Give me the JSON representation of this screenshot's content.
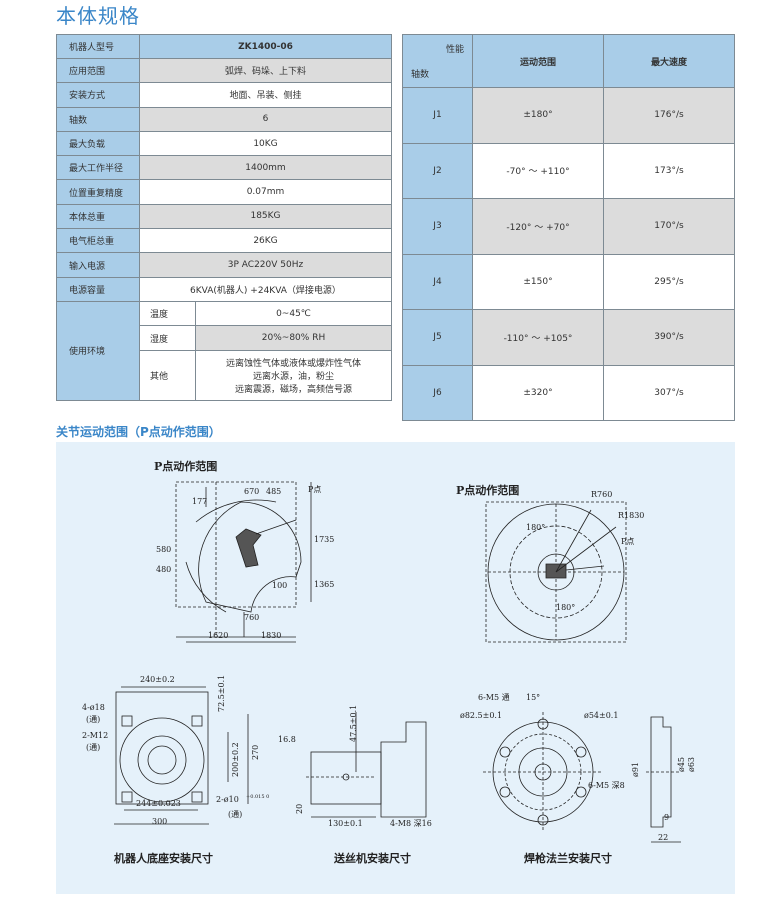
{
  "page_title": "本体规格",
  "spec_table": {
    "rows": [
      {
        "label": "机器人型号",
        "value": "ZK1400-06"
      },
      {
        "label": "应用范围",
        "value": "弧焊、码垛、上下料"
      },
      {
        "label": "安装方式",
        "value": "地面、吊装、侧挂"
      },
      {
        "label": "轴数",
        "value": "6"
      },
      {
        "label": "最大负载",
        "value": "10KG"
      },
      {
        "label": "最大工作半径",
        "value": "1400mm"
      },
      {
        "label": "位置重复精度",
        "value": "0.07mm"
      },
      {
        "label": "本体总重",
        "value": "185KG"
      },
      {
        "label": "电气柜总重",
        "value": "26KG"
      },
      {
        "label": "输入电源",
        "value": "3P  AC220V  50Hz"
      },
      {
        "label": "电源容量",
        "value": "6KVA(机器人) +24KVA（焊接电源）"
      }
    ],
    "env_label": "使用环境",
    "env_rows": [
      {
        "label": "温度",
        "value": "0~45℃"
      },
      {
        "label": "湿度",
        "value": "20%~80% RH"
      },
      {
        "label": "其他",
        "lines": [
          "远离蚀性气体或液体或爆炸性气体",
          "远离水源，油，粉尘",
          "远离震源，磁场，高频信号源"
        ]
      }
    ]
  },
  "perf_table": {
    "header_corner_top": "性能",
    "header_corner_bottom": "轴数",
    "header_range": "运动范围",
    "header_speed": "最大速度",
    "rows": [
      {
        "axis": "J1",
        "range": "±180°",
        "speed": "176°/s"
      },
      {
        "axis": "J2",
        "range": "-70° ～ +110°",
        "speed": "173°/s"
      },
      {
        "axis": "J3",
        "range": "-120° ～ +70°",
        "speed": "170°/s"
      },
      {
        "axis": "J4",
        "range": "±150°",
        "speed": "295°/s"
      },
      {
        "axis": "J5",
        "range": "-110° ～ +105°",
        "speed": "390°/s"
      },
      {
        "axis": "J6",
        "range": "±320°",
        "speed": "307°/s"
      }
    ]
  },
  "section2_title": "关节运动范围（P点动作范围）",
  "diagram": {
    "side_title": "P点动作范围",
    "side_dims": {
      "d670": "670",
      "d485": "485",
      "d177": "177",
      "d480": "480",
      "d580": "580",
      "d1735": "1735",
      "d1365": "1365",
      "d100": "100",
      "d760": "760",
      "d1620": "1620",
      "d1830": "1830",
      "p": "P点"
    },
    "top_title": "P点动作范围",
    "top_dims": {
      "r760": "R760",
      "r1830": "R1830",
      "a1": "180°",
      "a2": "180°",
      "p": "P点"
    },
    "base_dims": {
      "w240": "240±0.2",
      "h72": "72.5±0.1",
      "holes": "4-ø18",
      "tong1": "(通)",
      "m12": "2-M12",
      "tong2": "(通)",
      "h200": "200±0.2",
      "h270": "270",
      "w244": "244±0.023",
      "pin": "2-ø10",
      "pin_tol": "+0.015 0",
      "tong3": "(通)",
      "w300": "300"
    },
    "feeder_dims": {
      "d16": "16.8",
      "d47": "47.5±0.1",
      "d20": "20",
      "d130": "130±0.1",
      "m8": "4-M8 深16"
    },
    "flange_dims": {
      "m5a": "6-M5 通",
      "ang": "15°",
      "d82": "ø82.5±0.1",
      "d54": "ø54±0.1",
      "m5b": "6-M5 深8",
      "d91": "ø91",
      "d45": "ø45",
      "d63": "ø63",
      "d9": "9",
      "d22": "22"
    },
    "caption_base": "机器人底座安装尺寸",
    "caption_feeder": "送丝机安装尺寸",
    "caption_flange": "焊枪法兰安装尺寸"
  }
}
